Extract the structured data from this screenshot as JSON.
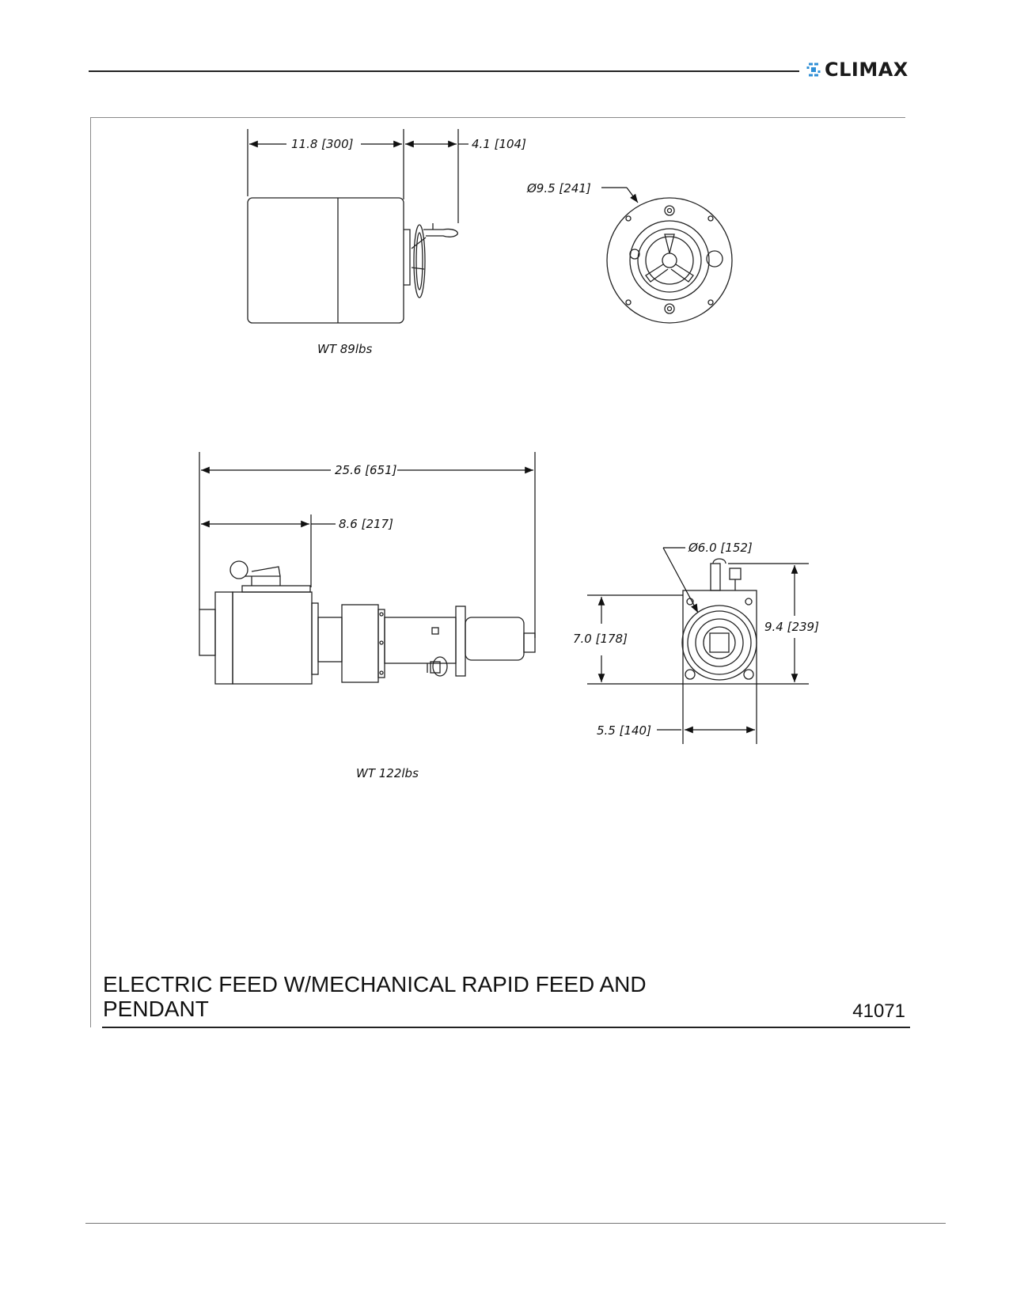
{
  "header": {
    "brand": "CLIMAX"
  },
  "upper_drawing": {
    "dim_length": "11.8 [300]",
    "dim_handwheel": "4.1 [104]",
    "dim_diameter": "Ø9.5 [241]",
    "weight": "WT 89lbs"
  },
  "lower_drawing": {
    "dim_overall": "25.6 [651]",
    "dim_body": "8.6 [217]",
    "dim_diameter": "Ø6.0 [152]",
    "dim_height_body": "7.0 [178]",
    "dim_height_total": "9.4 [239]",
    "dim_width": "5.5 [140]",
    "weight": "WT 122lbs"
  },
  "title_block": {
    "title_line1": "ELECTRIC FEED W/MECHANICAL RAPID FEED AND",
    "title_line2": "PENDANT",
    "drawing_number": "41071"
  },
  "colors": {
    "line": "#222222",
    "brand_blue": "#2f8fd6"
  }
}
